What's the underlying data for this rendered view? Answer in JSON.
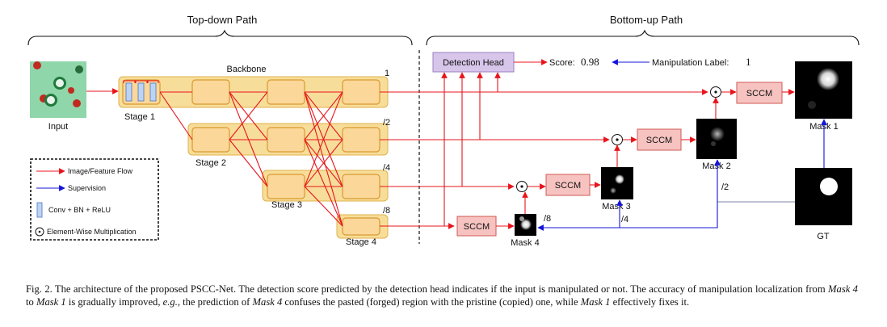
{
  "figure": {
    "headers": {
      "top_down": "Top-down Path",
      "bottom_up": "Bottom-up Path"
    },
    "input_label": "Input",
    "backbone_label": "Backbone",
    "stages": [
      "Stage 1",
      "Stage 2",
      "Stage 3",
      "Stage 4"
    ],
    "scales": [
      "1",
      "/2",
      "/4",
      "/8"
    ],
    "detection_head": "Detection Head",
    "score_prefix": "Score:",
    "score_value": "0.98",
    "manipulation_label_prefix": "Manipulation Label:",
    "manipulation_label_value": "1",
    "sccm_label": "SCCM",
    "masks": [
      "Mask 1",
      "Mask 2",
      "Mask 3",
      "Mask 4"
    ],
    "gt_label": "GT",
    "supervision_scales": [
      "/2",
      "/4",
      "/8"
    ],
    "legend": {
      "flow": "Image/Feature Flow",
      "supervision": "Supervision",
      "conv": "Conv + BN + ReLU",
      "mult": "Element-Wise Multiplication"
    },
    "colors": {
      "flow": "#e8141c",
      "supervision": "#1414d8",
      "stage_bg": "#f7dd9a",
      "cell": "#fbd79a",
      "sccm": "#f6c3c0",
      "detection_head": "#d7c6ea"
    }
  },
  "caption": {
    "prefix": "Fig. 2.   The architecture of the proposed PSCC-Net. The detection score predicted by the detection head indicates if the input is manipulated or not. The accuracy of manipulation localization from ",
    "mask4": "Mask 4",
    "to": " to ",
    "mask1": "Mask 1",
    "middle": " is gradually improved, ",
    "eg": "e.g.",
    "middle2": ", the prediction of ",
    "mask4b": "Mask 4",
    "middle3": " confuses the pasted (forged) region with the pristine (copied) one, while ",
    "mask1b": "Mask 1",
    "suffix": " effectively fixes it."
  }
}
